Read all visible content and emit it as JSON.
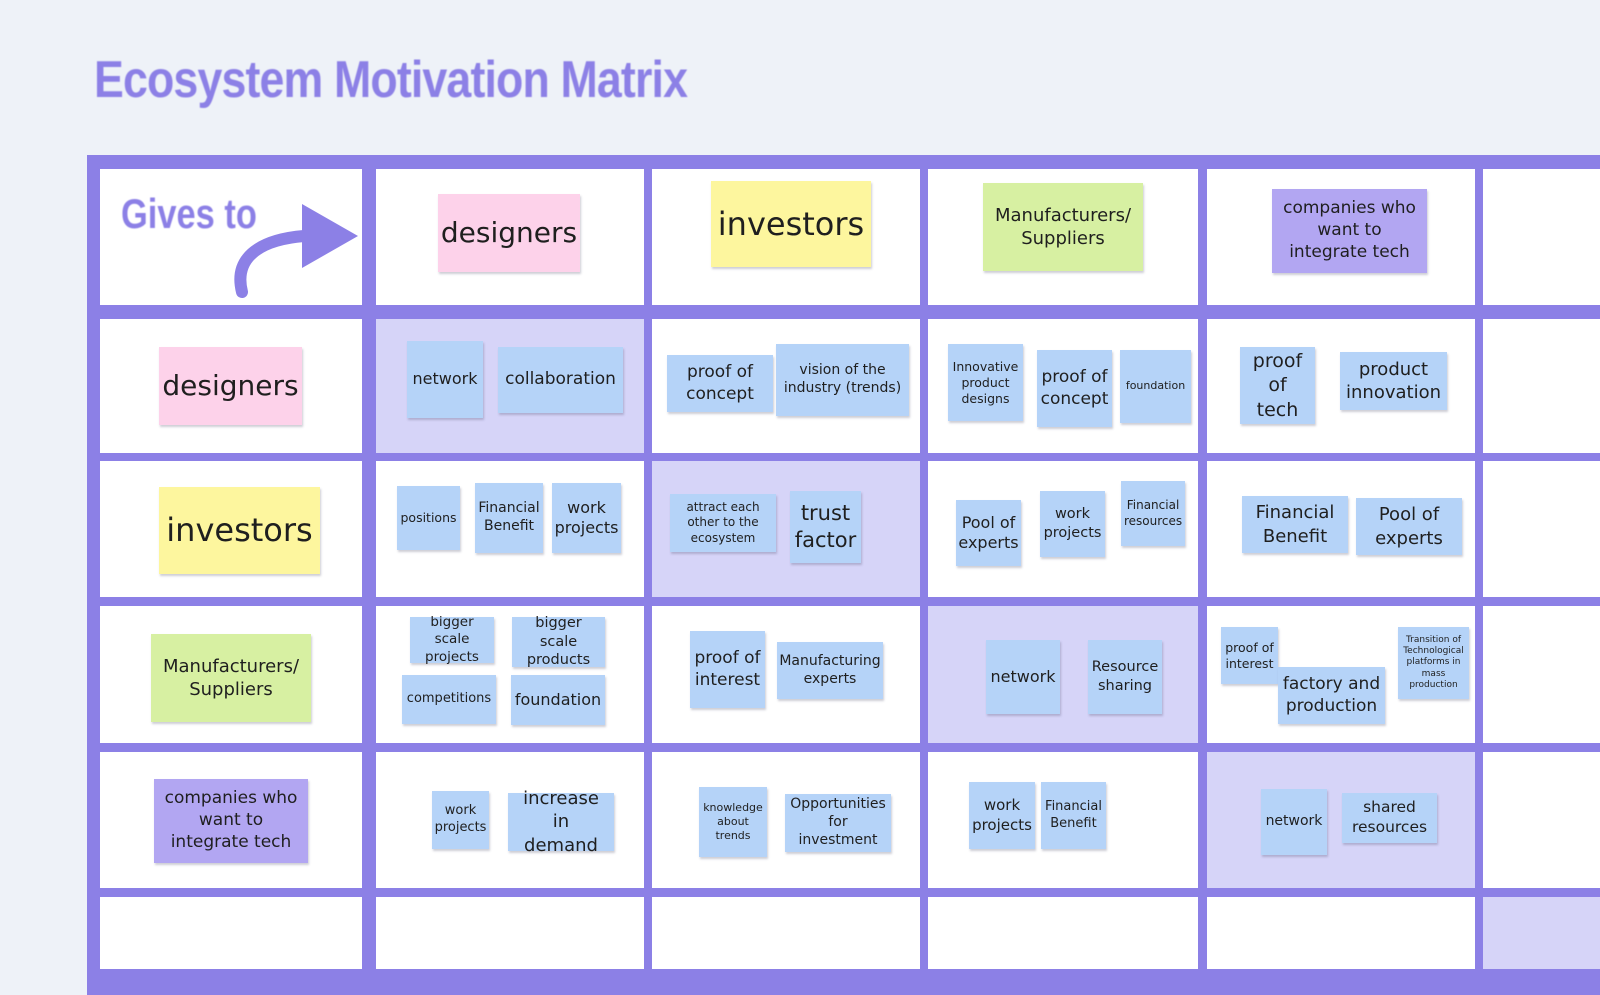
{
  "title": "Ecosystem Motivation Matrix",
  "corner_label": "Gives to",
  "columns": {
    "designers": "designers",
    "investors": "investors",
    "manufacturers": "Manufacturers/ Suppliers",
    "companies": "companies who want to integrate tech"
  },
  "rows": {
    "designers": "designers",
    "investors": "investors",
    "manufacturers": "Manufacturers/ Suppliers",
    "companies": "companies who want to integrate tech"
  },
  "cells": {
    "r1c1": [
      "network",
      "collaboration"
    ],
    "r1c2": [
      "proof of concept",
      "vision of the industry (trends)"
    ],
    "r1c3": [
      "Innovative product designs",
      "proof of concept",
      "foundation"
    ],
    "r1c4": [
      "proof of tech",
      "product innovation"
    ],
    "r2c1": [
      "positions",
      "Financial Benefit",
      "work projects"
    ],
    "r2c2": [
      "attract each other to the ecosystem",
      "trust factor"
    ],
    "r2c3": [
      "Pool of experts",
      "work projects",
      "Financial resources"
    ],
    "r2c4": [
      "Financial Benefit",
      "Pool of experts"
    ],
    "r3c1": [
      "bigger scale projects",
      "bigger scale products",
      "competitions",
      "foundation"
    ],
    "r3c2": [
      "proof of interest",
      "Manufacturing experts"
    ],
    "r3c3": [
      "network",
      "Resource sharing"
    ],
    "r3c4": [
      "proof of interest",
      "factory and production",
      "Transition of Technological platforms in mass production"
    ],
    "r4c1": [
      "work projects",
      "increase in demand"
    ],
    "r4c2": [
      "knowledge about trends",
      "Opportunities for investment"
    ],
    "r4c3": [
      "work projects",
      "Financial Benefit"
    ],
    "r4c4": [
      "network",
      "shared resources"
    ]
  },
  "colors": {
    "grid": "#8c80e6",
    "highlight_cell": "#d6d4f8",
    "note_blue": "#b5d3f8",
    "note_pink": "#fdd2ea",
    "note_yellow": "#fdf69e",
    "note_green": "#d7f0a2",
    "note_purple": "#b2a6f2"
  }
}
